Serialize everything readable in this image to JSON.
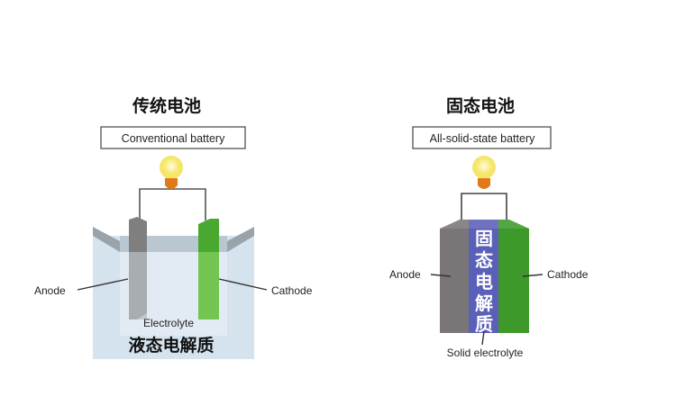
{
  "conventional": {
    "title_cn": "传统电池",
    "title_en": "Conventional battery",
    "anode_label": "Anode",
    "cathode_label": "Cathode",
    "electrolyte_label": "Electrolyte",
    "electrolyte_cn": "液态电解质"
  },
  "solid_state": {
    "title_cn": "固态电池",
    "title_en": "All-solid-state battery",
    "anode_label": "Anode",
    "cathode_label": "Cathode",
    "electrolyte_label": "Solid electrolyte",
    "electrolyte_cn_chars": [
      "固",
      "态",
      "电",
      "解",
      "质"
    ]
  },
  "colors": {
    "anode": "#7a7a7a",
    "cathode": "#3d9a2a",
    "solid_electrolyte": "#5a5fb8",
    "liquid": "#c9dbe8",
    "bulb": "#f6e86a",
    "bulb_base": "#e07a18"
  }
}
